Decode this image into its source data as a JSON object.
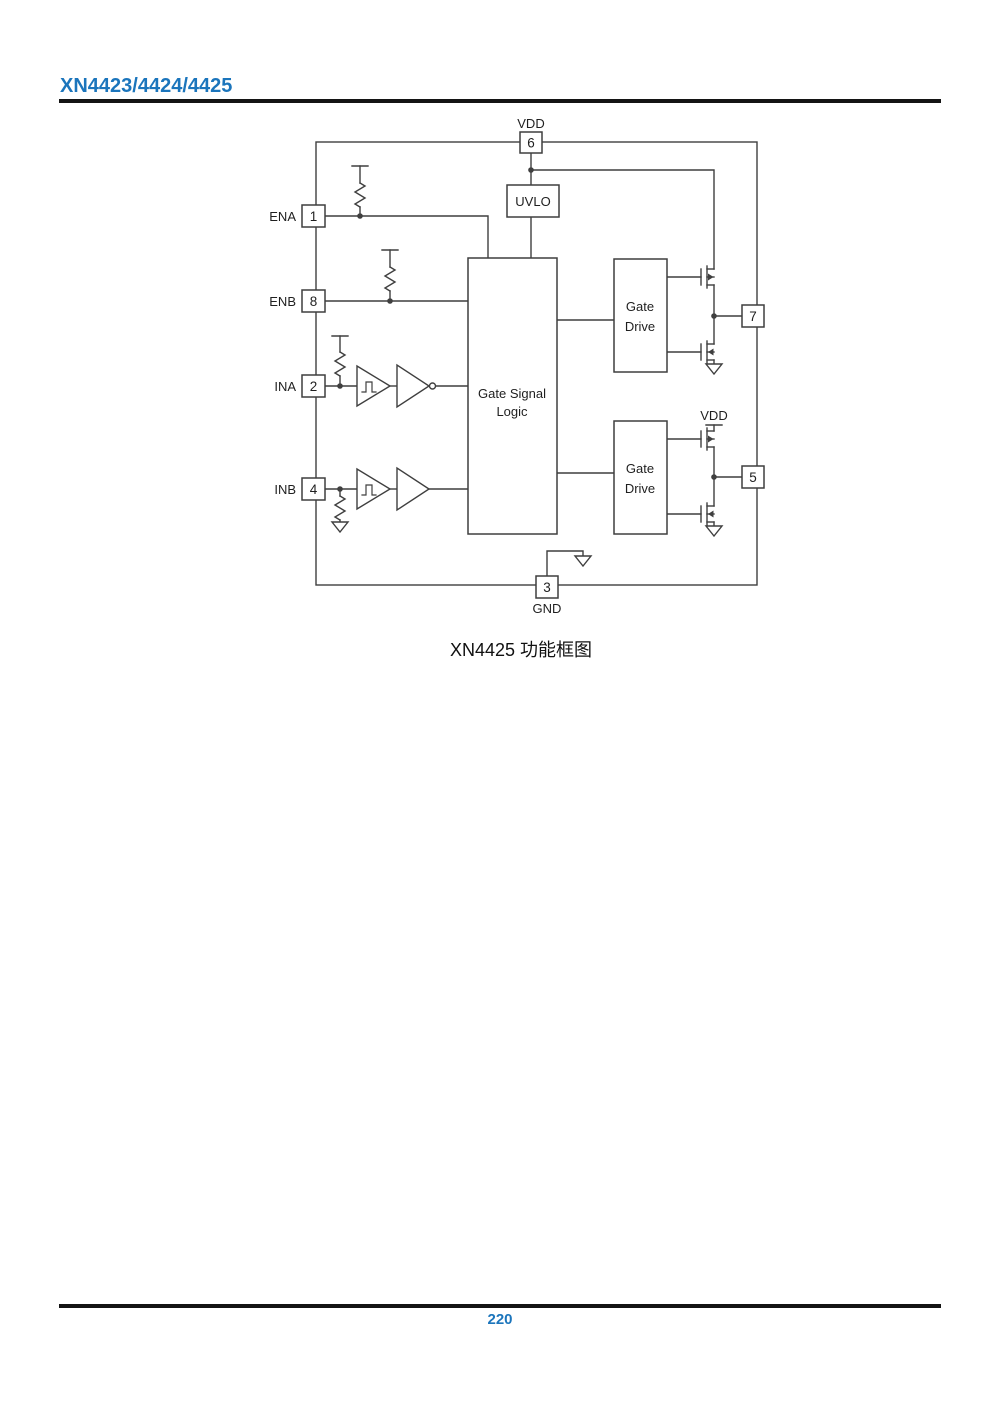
{
  "page": {
    "header_title": "XN4423/4424/4425",
    "caption": "XN4425 功能框图",
    "footer_page_number": "220",
    "accent_color": "#1b75bc",
    "diagram_line_color": "#3f3f3f"
  },
  "diagram": {
    "pins": {
      "pin6": {
        "number": "6",
        "label": "VDD",
        "position": "top"
      },
      "pin1": {
        "number": "1",
        "label": "ENA",
        "position": "left"
      },
      "pin8": {
        "number": "8",
        "label": "ENB",
        "position": "left"
      },
      "pin2": {
        "number": "2",
        "label": "INA",
        "position": "left"
      },
      "pin4": {
        "number": "4",
        "label": "INB",
        "position": "left"
      },
      "pin7": {
        "number": "7",
        "label": "",
        "position": "right"
      },
      "pin5": {
        "number": "5",
        "label": "",
        "position": "right"
      },
      "pin3": {
        "number": "3",
        "label": "GND",
        "position": "bottom"
      }
    },
    "blocks": {
      "uvlo": "UVLO",
      "gate_signal_logic_line1": "Gate Signal",
      "gate_signal_logic_line2": "Logic",
      "gate_drive_line1": "Gate",
      "gate_drive_line2": "Drive"
    },
    "labels": {
      "vdd_internal": "VDD"
    }
  }
}
